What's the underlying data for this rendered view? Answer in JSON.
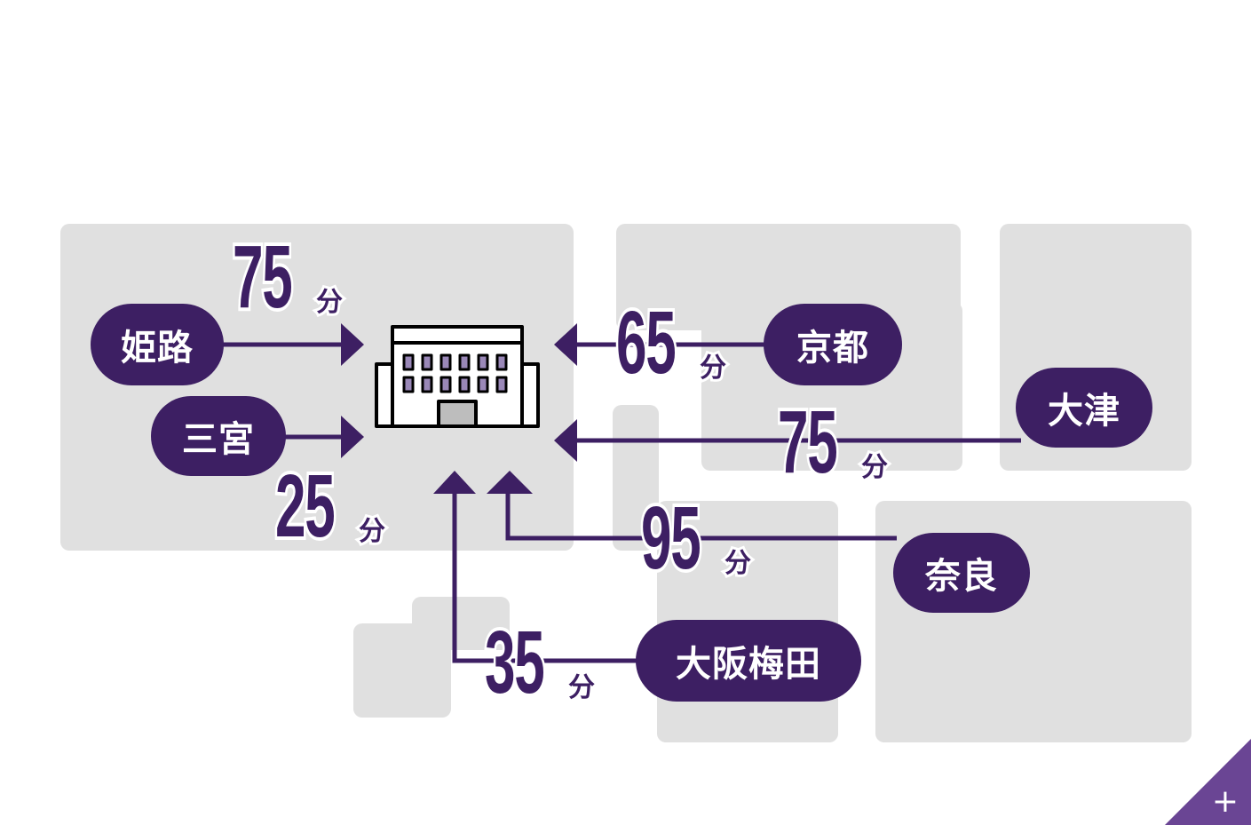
{
  "destination_icon": "office-building-icon",
  "unit": "分",
  "routes": [
    {
      "station": "姫路",
      "minutes": "75"
    },
    {
      "station": "三宮",
      "minutes": "25"
    },
    {
      "station": "京都",
      "minutes": "65"
    },
    {
      "station": "大津",
      "minutes": "75"
    },
    {
      "station": "奈良",
      "minutes": "95"
    },
    {
      "station": "大阪梅田",
      "minutes": "35"
    }
  ],
  "expand_button": {
    "label": "+"
  },
  "colors": {
    "route": "#3d1f63",
    "region": "#e0e0e0",
    "corner": "#6a4594"
  }
}
